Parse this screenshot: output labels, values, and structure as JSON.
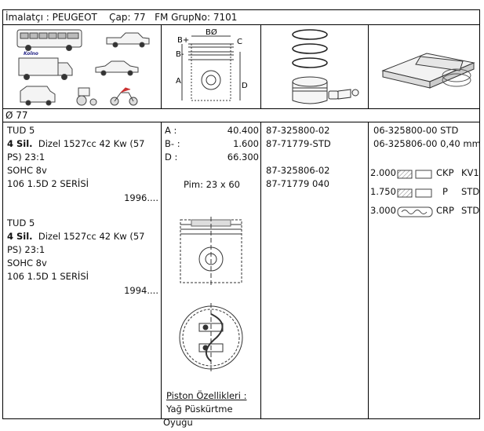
{
  "header": {
    "manufacturer_label": "İmalatçı :",
    "manufacturer": "PEUGEOT",
    "cap_label": "Çap:",
    "cap_value": "77",
    "fm_label": "FM GrupNo:",
    "fm_value": "7101"
  },
  "diagram_labels": {
    "b_plus_top": "B+",
    "b_diameter": "BØ",
    "c": "C",
    "b_minus": "B-",
    "a": "A",
    "d": "D"
  },
  "diameter_row": "Ø 77",
  "applications": [
    {
      "engine": "TUD 5",
      "cyl": "4 Sil.",
      "desc1": "Dizel 1527cc 42 Kw (57",
      "desc2": "PS) 23:1",
      "valve": "SOHC 8v",
      "model": "106 1.5D 2 SERİSİ",
      "year": "1996...."
    },
    {
      "engine": "TUD 5",
      "cyl": "4 Sil.",
      "desc1": "Dizel 1527cc 42 Kw (57",
      "desc2": "PS) 23:1",
      "valve": "SOHC 8v",
      "model": "106 1.5D 1 SERİSİ",
      "year": "1994...."
    }
  ],
  "dimensions": {
    "a_label": "A :",
    "a_value": "40.400",
    "bminus_label": "B- :",
    "bminus_value": "1.600",
    "d_label": "D :",
    "d_value": "66.300",
    "pin": "Pim: 23 x 60",
    "features_title": "Piston Özellikleri :",
    "feature_1": "Yağ Püskürtme",
    "feature_2": "Oyuğu"
  },
  "part_numbers": {
    "p1": "87-325800-02",
    "p2": "87-71779-STD",
    "p3": "87-325806-02",
    "p4": "87-71779 040"
  },
  "ring_sets": {
    "r1": "06-325800-00 STD",
    "r2": "06-325806-00 0,40 mm",
    "rings": [
      {
        "size": "2.000",
        "type": "CKP",
        "code": "KV1"
      },
      {
        "size": "1.750",
        "type": "P",
        "code": "STD"
      },
      {
        "size": "3.000",
        "type": "CRP",
        "code": "STD"
      }
    ]
  }
}
